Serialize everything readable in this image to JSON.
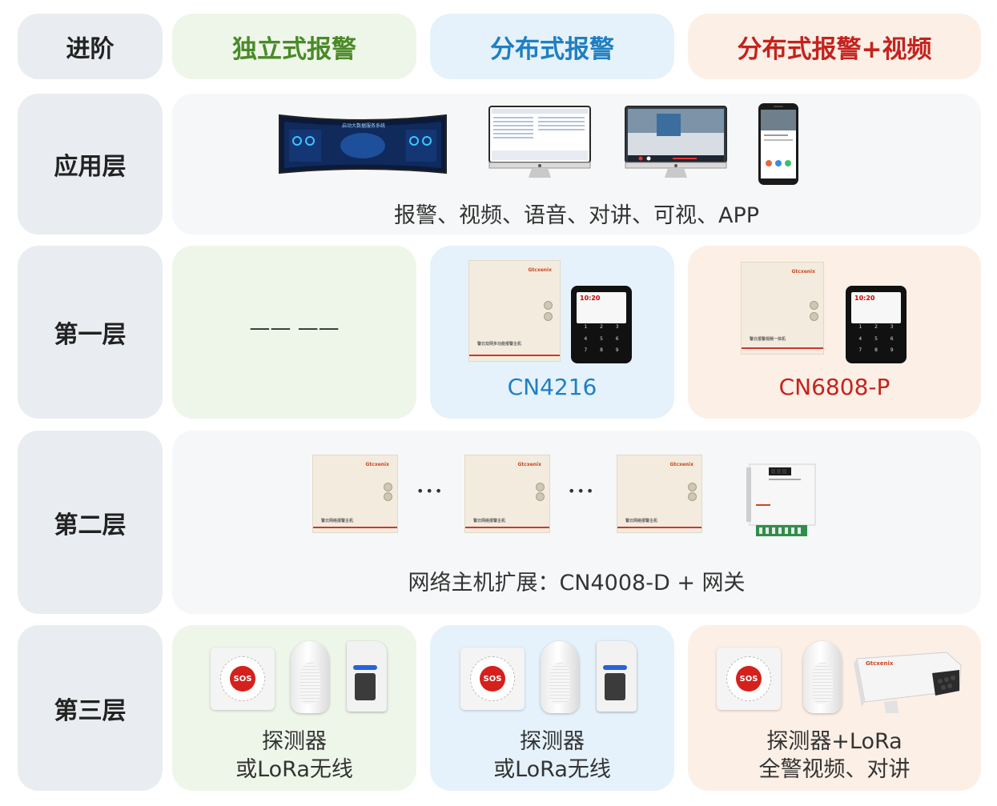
{
  "header": {
    "corner": "进阶",
    "col1": "独立式报警",
    "col2": "分布式报警",
    "col3": "分布式报警+视频"
  },
  "colors": {
    "green_text": "#4a8a26",
    "blue_text": "#1f7fc2",
    "red_text": "#c4231e"
  },
  "rows": {
    "app": {
      "label": "应用层",
      "caption": "报警、视频、语音、对讲、可视、APP",
      "screen_title": "启动大数据服务系统"
    },
    "layer1": {
      "label": "第一层",
      "empty": "—— ——",
      "col2_model": "CN4216",
      "col3_model": "CN6808-P",
      "col2_panel_text": "警云双网多功能报警主机",
      "col3_panel_text": "警云报警视频一体机",
      "keypad_time": "10:20"
    },
    "layer2": {
      "label": "第二层",
      "caption": "网络主机扩展：CN4008-D + 网关",
      "panel_text": "警云网络报警主机",
      "dots": "•••"
    },
    "layer3": {
      "label": "第三层",
      "col1_line1": "探测器",
      "col1_line2": "或LoRa无线",
      "col2_line1": "探测器",
      "col2_line2": "或LoRa无线",
      "col3_line1": "探测器+LoRa",
      "col3_line2": "全警视频、对讲",
      "sos": "SOS"
    }
  },
  "brand": "Gtcxenix"
}
